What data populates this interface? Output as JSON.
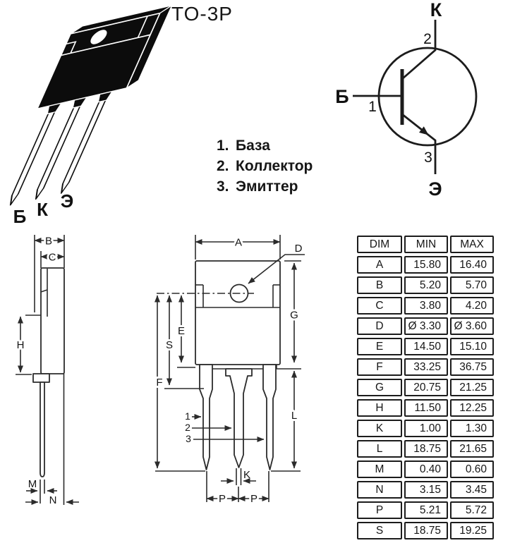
{
  "title": "TO-3P",
  "package_photo": {
    "pin_labels": [
      "Б",
      "К",
      "Э"
    ]
  },
  "pin_legend": {
    "items": [
      {
        "num": "1.",
        "name": "База"
      },
      {
        "num": "2.",
        "name": "Коллектор"
      },
      {
        "num": "3.",
        "name": "Эмиттер"
      }
    ]
  },
  "schematic": {
    "collector": {
      "label": "К",
      "pin": "2"
    },
    "base": {
      "label": "Б",
      "pin": "1"
    },
    "emitter": {
      "label": "Э",
      "pin": "3"
    }
  },
  "side_view": {
    "labels": {
      "B": "B",
      "C": "C",
      "H": "H",
      "M": "M",
      "N": "N"
    }
  },
  "front_view": {
    "labels": {
      "A": "A",
      "D": "D",
      "E": "E",
      "S": "S",
      "F": "F",
      "G": "G",
      "L": "L",
      "K": "K",
      "P": "P"
    },
    "pin_pointers": [
      "1",
      "2",
      "3"
    ]
  },
  "dim_table": {
    "headers": [
      "DIM",
      "MIN",
      "MAX"
    ],
    "rows": [
      [
        "A",
        "15.80",
        "16.40"
      ],
      [
        "B",
        "5.20",
        "5.70"
      ],
      [
        "C",
        "3.80",
        "4.20"
      ],
      [
        "D",
        "Ø 3.30",
        "Ø 3.60"
      ],
      [
        "E",
        "14.50",
        "15.10"
      ],
      [
        "F",
        "33.25",
        "36.75"
      ],
      [
        "G",
        "20.75",
        "21.25"
      ],
      [
        "H",
        "11.50",
        "12.25"
      ],
      [
        "K",
        "1.00",
        "1.30"
      ],
      [
        "L",
        "18.75",
        "21.65"
      ],
      [
        "M",
        "0.40",
        "0.60"
      ],
      [
        "N",
        "3.15",
        "3.45"
      ],
      [
        "P",
        "5.21",
        "5.72"
      ],
      [
        "S",
        "18.75",
        "19.25"
      ]
    ]
  }
}
